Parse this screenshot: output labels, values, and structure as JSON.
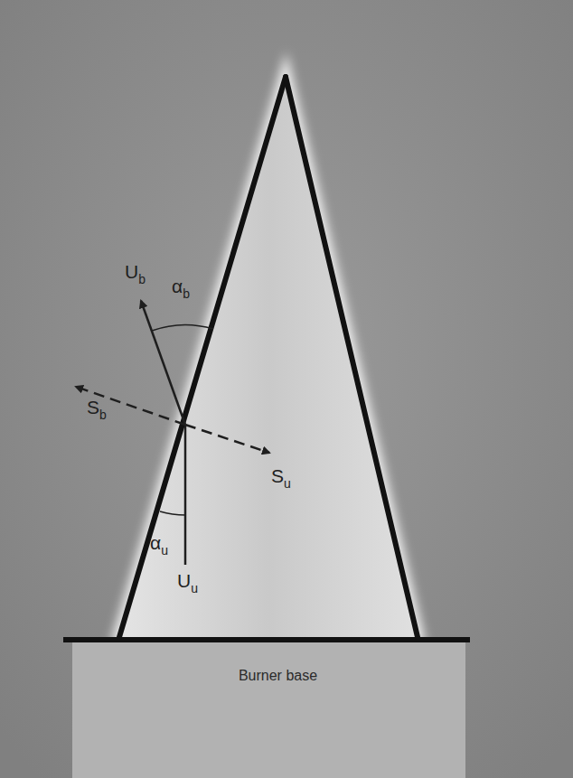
{
  "diagram": {
    "nodes": [
      {
        "text": [
          "Burner base"
        ]
      }
    ],
    "labels": [
      "Ub",
      "αb",
      "Sb",
      "Su",
      "αu",
      "Uu"
    ]
  }
}
